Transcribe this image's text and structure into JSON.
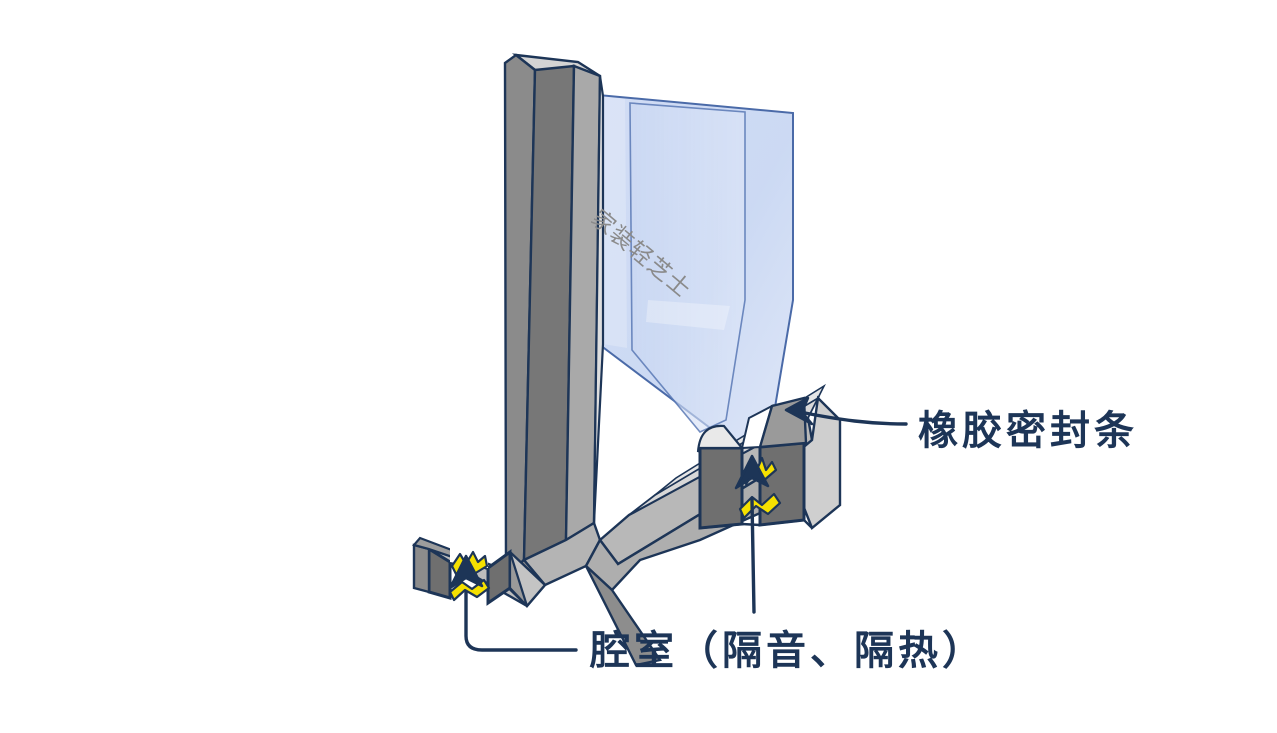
{
  "figure": {
    "title_alt": "铝合金断桥窗框断面示意图",
    "watermark": "家装轻芝士",
    "colors": {
      "outline": "#1d3557",
      "frame_dark": "#7b7b7b",
      "frame_mid": "#a8a8a8",
      "frame_light": "#c9c9c9",
      "frame_lighter": "#dcdcdc",
      "frame_pale": "#efefef",
      "glass_fill": "#c7d6f2",
      "glass_edge": "#5a79b5",
      "gasket": "#f5e000",
      "chamber_face": "#6f6f6f",
      "label_text": "#1d3557",
      "watermark_text": "#8a8a8a",
      "background": "#ffffff"
    }
  },
  "labels": [
    {
      "id": "seal",
      "text": "橡胶密封条",
      "points_to": "rubber-seal-in-glazing-channel"
    },
    {
      "id": "chamber",
      "text": "腔室（隔音、隔热）",
      "points_to": "hollow-chambers-of-profile"
    }
  ],
  "parts": {
    "vertical_frame": "vertical-frame-profile",
    "lower_left_branch": "lower-left-frame-profile",
    "lower_right_sash": "lower-right-sash-profile",
    "glass_panel": "insulated-glass-panel",
    "gasket_upper": "upper-rubber-gasket",
    "gasket_lower": "lower-rubber-gasket"
  }
}
